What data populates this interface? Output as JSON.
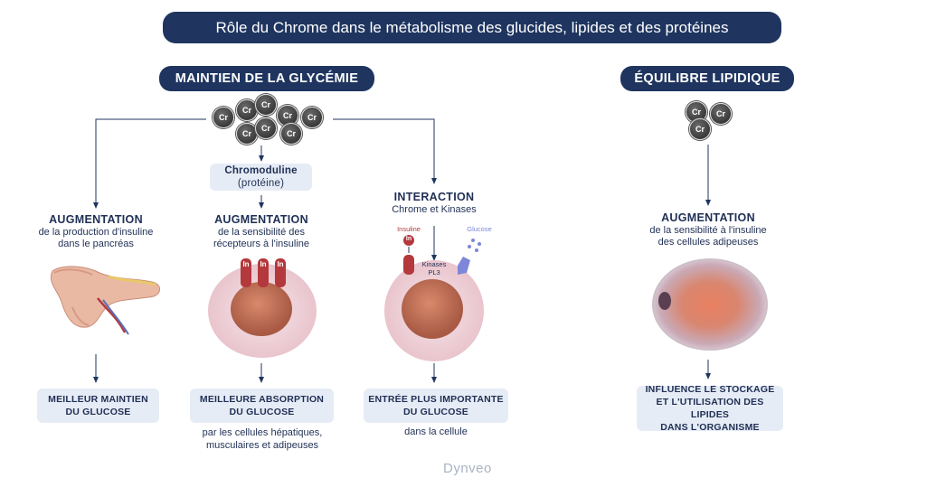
{
  "title": "Rôle du Chrome dans le métabolisme des glucides, lipides et des protéines",
  "sections": {
    "glycemie": "MAINTIEN DE LA GLYCÉMIE",
    "lipidique": "ÉQUILIBRE LIPIDIQUE"
  },
  "cr_label": "Cr",
  "chromoduline": {
    "name": "Chromoduline",
    "sub": "(protéine)"
  },
  "col1": {
    "head": "AUGMENTATION",
    "line1": "de la production d'insuline",
    "line2": "dans le pancréas",
    "result1": "MEILLEUR MAINTIEN",
    "result2": "DU GLUCOSE"
  },
  "col2": {
    "head": "AUGMENTATION",
    "line1": "de la sensibilité des",
    "line2": "récepteurs à l'insuline",
    "receptor_label": "In",
    "result1": "MEILLEURE ABSORPTION",
    "result2": "DU GLUCOSE",
    "caption1": "par les cellules hépatiques,",
    "caption2": "musculaires et adipeuses"
  },
  "col3": {
    "head": "INTERACTION",
    "line1": "Chrome et Kinases",
    "insuline_label": "Insuline",
    "in_label": "In",
    "glucose_label": "Glucose",
    "kinases1": "Kinases",
    "kinases2": "PL3",
    "result1": "ENTRÉE PLUS IMPORTANTE",
    "result2": "DU GLUCOSE",
    "caption": "dans la cellule"
  },
  "col4": {
    "head": "AUGMENTATION",
    "line1": "de la sensibilité à l'insuline",
    "line2": "des cellules adipeuses",
    "result1": "INFLUENCE LE STOCKAGE",
    "result2": "ET L'UTILISATION DES LIPIDES",
    "result3": "DANS L'ORGANISME"
  },
  "logo": "Dynveo",
  "colors": {
    "navy": "#1f3560",
    "box_bg": "#e6ecf5",
    "cell_pink": "#f1d6dc",
    "nucleus": "#c8725a",
    "receptor": "#b3393c",
    "glucose_receptor": "#7d86d8"
  }
}
